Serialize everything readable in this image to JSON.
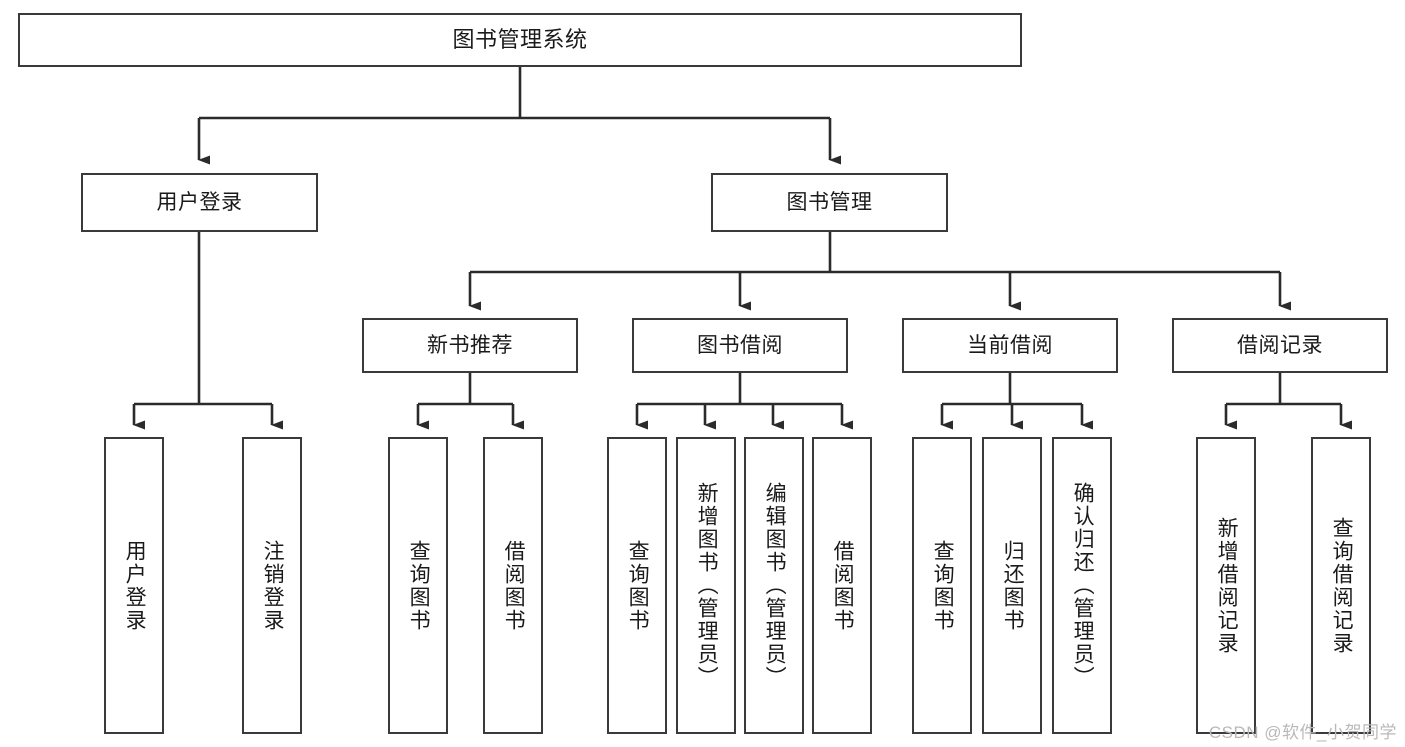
{
  "diagram": {
    "title": "图书管理系统",
    "watermark": "CSDN @软件_小贺同学",
    "colors": {
      "box_border": "#3a3a3a",
      "box_fill": "#ffffff",
      "connector": "#2b2b2b",
      "text": "#1a1a1a",
      "watermark": "#b9b9b9"
    },
    "nodes": {
      "root": {
        "label": "图书管理系统"
      },
      "level2": [
        {
          "id": "user-login",
          "label": "用户登录"
        },
        {
          "id": "book-manage",
          "label": "图书管理"
        }
      ],
      "level3": [
        {
          "id": "new-book-recommend",
          "label": "新书推荐"
        },
        {
          "id": "book-borrow",
          "label": "图书借阅"
        },
        {
          "id": "current-borrow",
          "label": "当前借阅"
        },
        {
          "id": "borrow-record",
          "label": "借阅记录"
        }
      ],
      "leaves": {
        "user-login": [
          {
            "id": "leaf-user-login",
            "label": "用户登录"
          },
          {
            "id": "leaf-logout",
            "label": "注销登录"
          }
        ],
        "new-book-recommend": [
          {
            "id": "leaf-query-book-1",
            "label": "查询图书"
          },
          {
            "id": "leaf-borrow-book-1",
            "label": "借阅图书"
          }
        ],
        "book-borrow": [
          {
            "id": "leaf-query-book-2",
            "label": "查询图书"
          },
          {
            "id": "leaf-add-book",
            "label": "新增图书（管理员）"
          },
          {
            "id": "leaf-edit-book",
            "label": "编辑图书（管理员）"
          },
          {
            "id": "leaf-borrow-book-2",
            "label": "借阅图书"
          }
        ],
        "current-borrow": [
          {
            "id": "leaf-query-book-3",
            "label": "查询图书"
          },
          {
            "id": "leaf-return-book",
            "label": "归还图书"
          },
          {
            "id": "leaf-confirm-return",
            "label": "确认归还（管理员）"
          }
        ],
        "borrow-record": [
          {
            "id": "leaf-add-record",
            "label": "新增借阅记录"
          },
          {
            "id": "leaf-query-record",
            "label": "查询借阅记录"
          }
        ]
      }
    }
  }
}
